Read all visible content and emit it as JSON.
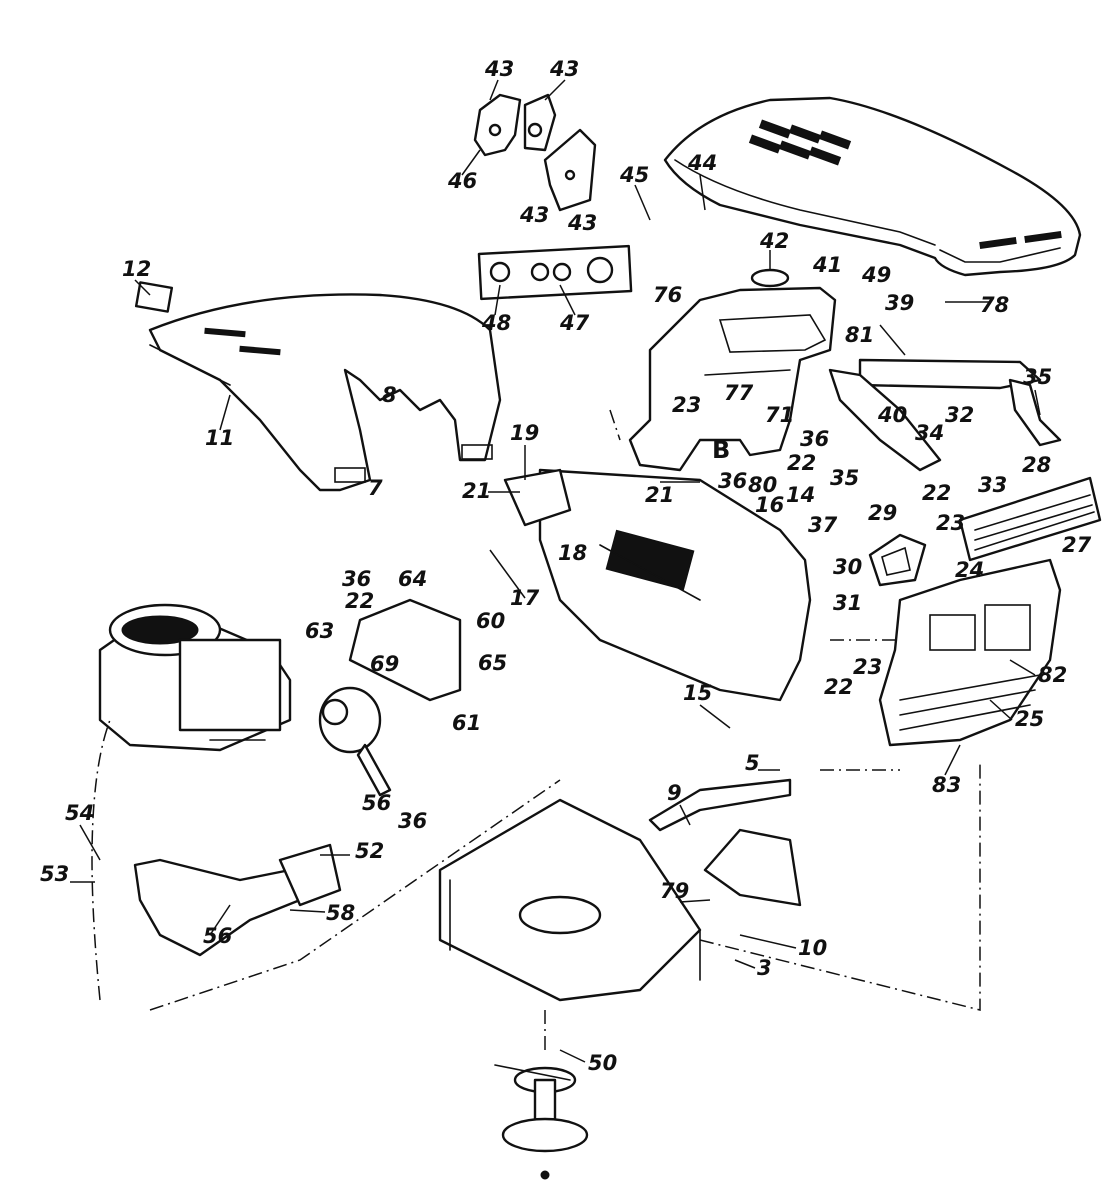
{
  "callouts": {
    "c43a": "43",
    "c43b": "43",
    "c43c": "43",
    "c43d": "43",
    "c46": "46",
    "c45": "45",
    "c44": "44",
    "c42": "42",
    "c49": "49",
    "c12": "12",
    "c48": "48",
    "c47": "47",
    "c76": "76",
    "c41": "41",
    "c78": "78",
    "c39": "39",
    "c81": "81",
    "c11": "11",
    "c8": "8",
    "c7": "7",
    "c19": "19",
    "c21a": "21",
    "c21b": "21",
    "c23a": "23",
    "c77": "77",
    "c71": "71",
    "c40": "40",
    "c35a": "35",
    "c35b": "35",
    "c36a": "36",
    "c36b": "36",
    "c36c": "36",
    "c36d": "36",
    "c32": "32",
    "c34": "34",
    "c33": "33",
    "cB": "B",
    "c22a": "22",
    "c80": "80",
    "c16": "16",
    "c14": "14",
    "c37": "37",
    "c18": "18",
    "c17": "17",
    "c28": "28",
    "c29": "29",
    "c22b": "22",
    "c23b": "23",
    "c27": "27",
    "c30": "30",
    "c24": "24",
    "c31": "31",
    "c22c": "22",
    "c64": "64",
    "c60": "60",
    "c63": "63",
    "c69": "69",
    "c65": "65",
    "c61": "61",
    "c15": "15",
    "c23c": "23",
    "c22d": "22",
    "c82": "82",
    "c25": "25",
    "c83": "83",
    "c5": "5",
    "c9": "9",
    "c54": "54",
    "c53": "53",
    "c52": "52",
    "c58": "58",
    "c56a": "56",
    "c56b": "56",
    "c79": "79",
    "c10": "10",
    "c3": "3",
    "c50": "50"
  }
}
